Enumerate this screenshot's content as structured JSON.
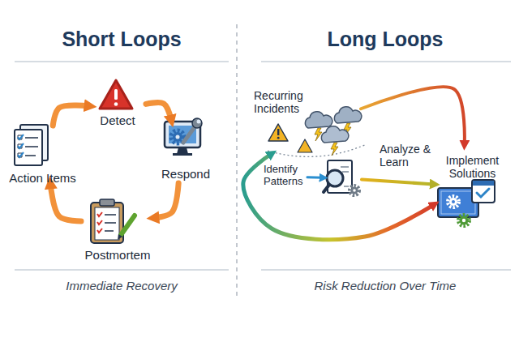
{
  "diagram": {
    "nodes": [
      {
        "text": [
          "Detect"
        ]
      },
      {
        "text": [
          "Respond"
        ]
      },
      {
        "text": [
          "Postmortem"
        ]
      },
      {
        "text": [
          "Action Items"
        ]
      },
      {
        "text": [
          "Recurring Incidents"
        ]
      },
      {
        "text": [
          "Identify Patterns"
        ]
      },
      {
        "text": [
          "Analyze & Learn"
        ]
      },
      {
        "text": [
          "Implement Solutions"
        ]
      }
    ],
    "edges": [
      {
        "from": 0,
        "to": 1,
        "arrow": "to"
      },
      {
        "from": 1,
        "to": 2,
        "arrow": "to"
      },
      {
        "from": 2,
        "to": 3,
        "arrow": "to"
      },
      {
        "from": 3,
        "to": 0,
        "arrow": "to"
      },
      {
        "from": 4,
        "to": 7,
        "arrow": "to"
      },
      {
        "from": 5,
        "to": 6,
        "arrow": "to"
      },
      {
        "from": 6,
        "to": 7,
        "arrow": "to"
      },
      {
        "from": 4,
        "to": 7,
        "arrow": "both"
      }
    ],
    "labels": [
      "Short Loops",
      "Long Loops",
      "Immediate Recovery",
      "Risk Reduction Over Time"
    ]
  }
}
